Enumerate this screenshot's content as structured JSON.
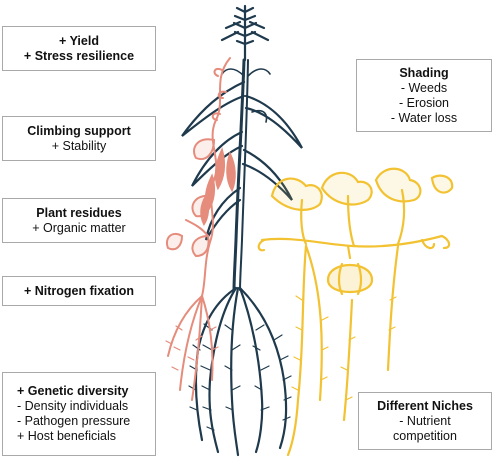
{
  "labels": {
    "yield": {
      "head": "+ Yield",
      "lines": [
        "+ Stress resilience"
      ]
    },
    "climbing": {
      "head": "Climbing support",
      "lines": [
        "+ Stability"
      ]
    },
    "residues": {
      "head": "Plant residues",
      "lines": [
        "+ Organic matter"
      ]
    },
    "nitrogen": {
      "head": "+ Nitrogen fixation",
      "lines": []
    },
    "genetic": {
      "head": "+ Genetic diversity",
      "lines": [
        "- Density individuals",
        "- Pathogen pressure",
        "+ Host beneficials"
      ]
    },
    "shading": {
      "head": "Shading",
      "lines": [
        "- Weeds",
        "- Erosion",
        "- Water loss"
      ]
    },
    "niches": {
      "head": "Different Niches",
      "lines": [
        "- Nutrient",
        "competition"
      ]
    }
  },
  "colors": {
    "maize": "#1f3a4d",
    "bean": "#e58c7c",
    "squash": "#f2c232",
    "box_border": "#a9a9a9"
  },
  "illustration": {
    "plants": [
      "maize-icon",
      "bean-icon",
      "squash-icon"
    ]
  }
}
